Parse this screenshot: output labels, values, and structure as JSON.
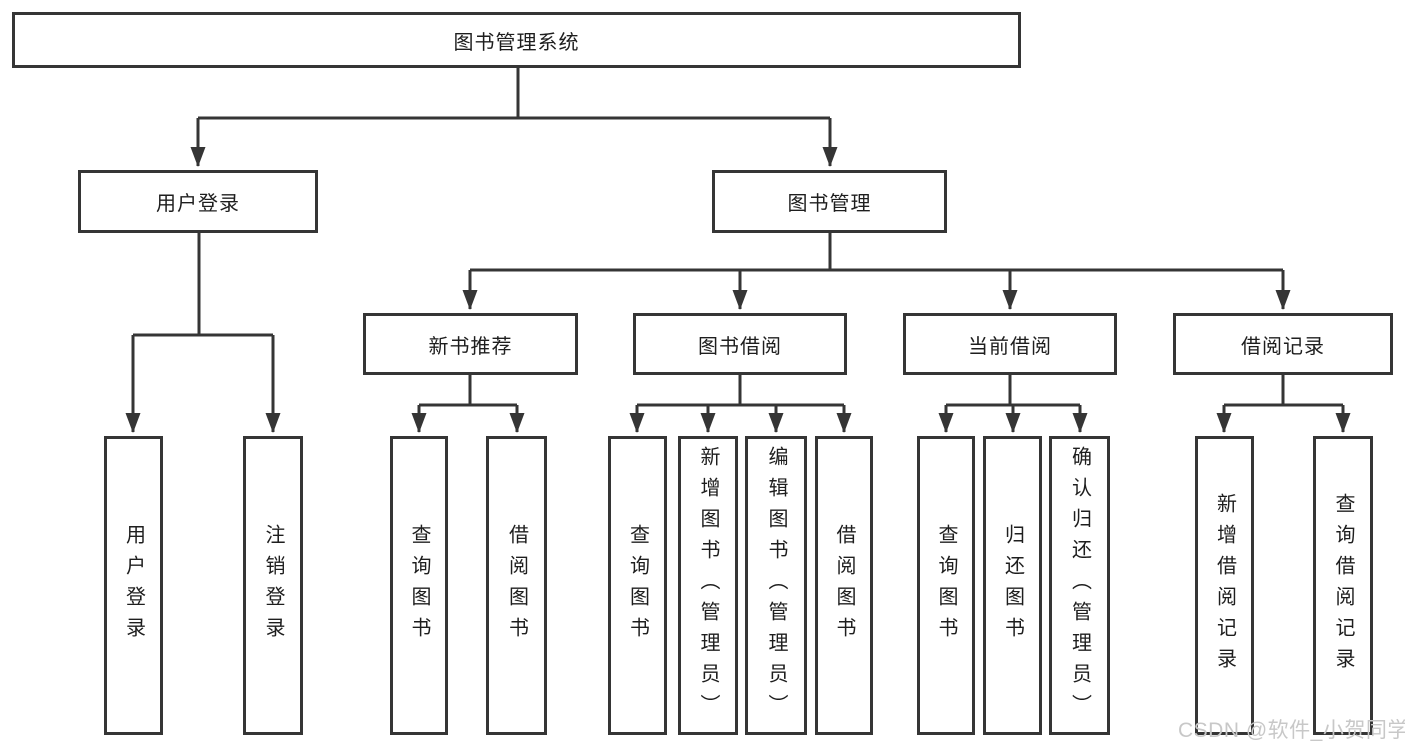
{
  "diagram": {
    "title": "图书管理系统",
    "type": "hierarchy-tree",
    "colors": {
      "line": "#353535",
      "box_border": "#353535",
      "text": "#1e1e1e",
      "background": "#ffffff",
      "watermark": "#c8c8c8"
    },
    "nodes": {
      "root": {
        "label": "图书管理系统"
      },
      "user_login": {
        "label": "用户登录"
      },
      "book_management": {
        "label": "图书管理"
      },
      "new_book_recommend": {
        "label": "新书推荐"
      },
      "book_borrowing": {
        "label": "图书借阅"
      },
      "current_borrowing": {
        "label": "当前借阅"
      },
      "borrowing_records": {
        "label": "借阅记录"
      },
      "leaf_user_login": {
        "label": "用户登录"
      },
      "leaf_logout": {
        "label": "注销登录"
      },
      "leaf_rec_query_books": {
        "label": "查询图书"
      },
      "leaf_rec_borrow_books": {
        "label": "借阅图书"
      },
      "leaf_bor_query_books": {
        "label": "查询图书"
      },
      "leaf_bor_add_books": {
        "label": "新增图书（管理员）"
      },
      "leaf_bor_edit_books": {
        "label": "编辑图书（管理员）"
      },
      "leaf_bor_borrow_books": {
        "label": "借阅图书"
      },
      "leaf_cur_query_books": {
        "label": "查询图书"
      },
      "leaf_cur_return_books": {
        "label": "归还图书"
      },
      "leaf_cur_confirm_return": {
        "label": "确认归还（管理员）"
      },
      "leaf_recd_add_record": {
        "label": "新增借阅记录"
      },
      "leaf_recd_query_record": {
        "label": "查询借阅记录"
      }
    },
    "hierarchy": {
      "图书管理系统": {
        "用户登录": [
          "用户登录",
          "注销登录"
        ],
        "图书管理": {
          "新书推荐": [
            "查询图书",
            "借阅图书"
          ],
          "图书借阅": [
            "查询图书",
            "新增图书（管理员）",
            "编辑图书（管理员）",
            "借阅图书"
          ],
          "当前借阅": [
            "查询图书",
            "归还图书",
            "确认归还（管理员）"
          ],
          "借阅记录": [
            "新增借阅记录",
            "查询借阅记录"
          ]
        }
      }
    },
    "watermark": "CSDN @软件_小贺同学"
  }
}
